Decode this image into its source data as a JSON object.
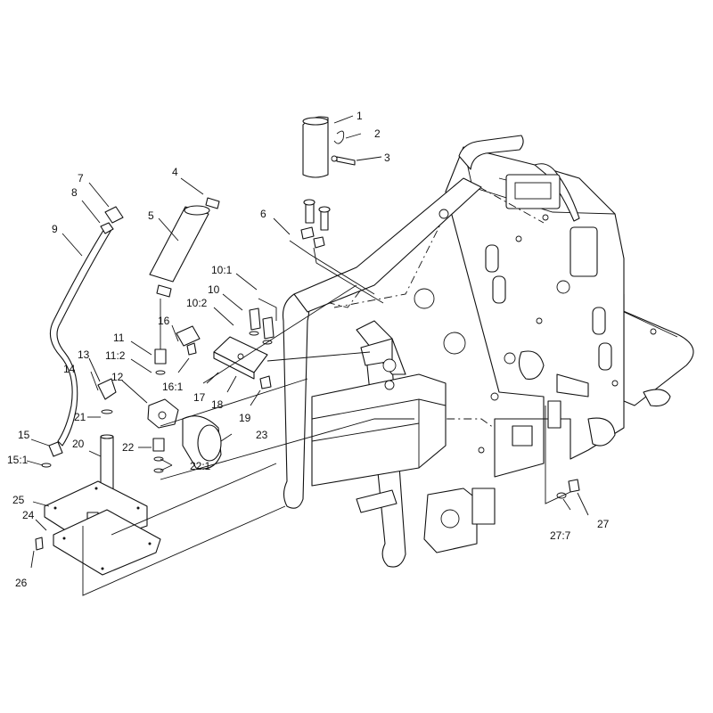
{
  "callouts": [
    {
      "id": "1",
      "text": "1"
    },
    {
      "id": "2",
      "text": "2"
    },
    {
      "id": "3",
      "text": "3"
    },
    {
      "id": "4",
      "text": "4"
    },
    {
      "id": "5",
      "text": "5"
    },
    {
      "id": "6",
      "text": "6"
    },
    {
      "id": "7",
      "text": "7"
    },
    {
      "id": "8",
      "text": "8"
    },
    {
      "id": "9",
      "text": "9"
    },
    {
      "id": "10:1",
      "text": "10:1"
    },
    {
      "id": "10",
      "text": "10"
    },
    {
      "id": "10:2",
      "text": "10:2"
    },
    {
      "id": "11",
      "text": "11"
    },
    {
      "id": "11:2",
      "text": "11:2"
    },
    {
      "id": "12",
      "text": "12"
    },
    {
      "id": "13",
      "text": "13"
    },
    {
      "id": "14",
      "text": "14"
    },
    {
      "id": "15",
      "text": "15"
    },
    {
      "id": "15:1",
      "text": "15:1"
    },
    {
      "id": "16",
      "text": "16"
    },
    {
      "id": "16:1",
      "text": "16:1"
    },
    {
      "id": "17",
      "text": "17"
    },
    {
      "id": "18",
      "text": "18"
    },
    {
      "id": "19",
      "text": "19"
    },
    {
      "id": "20",
      "text": "20"
    },
    {
      "id": "21",
      "text": "21"
    },
    {
      "id": "22",
      "text": "22"
    },
    {
      "id": "22:1",
      "text": "22:1"
    },
    {
      "id": "23",
      "text": "23"
    },
    {
      "id": "24",
      "text": "24"
    },
    {
      "id": "25",
      "text": "25"
    },
    {
      "id": "26",
      "text": "26"
    },
    {
      "id": "27",
      "text": "27"
    },
    {
      "id": "27:7",
      "text": "27:7"
    }
  ]
}
